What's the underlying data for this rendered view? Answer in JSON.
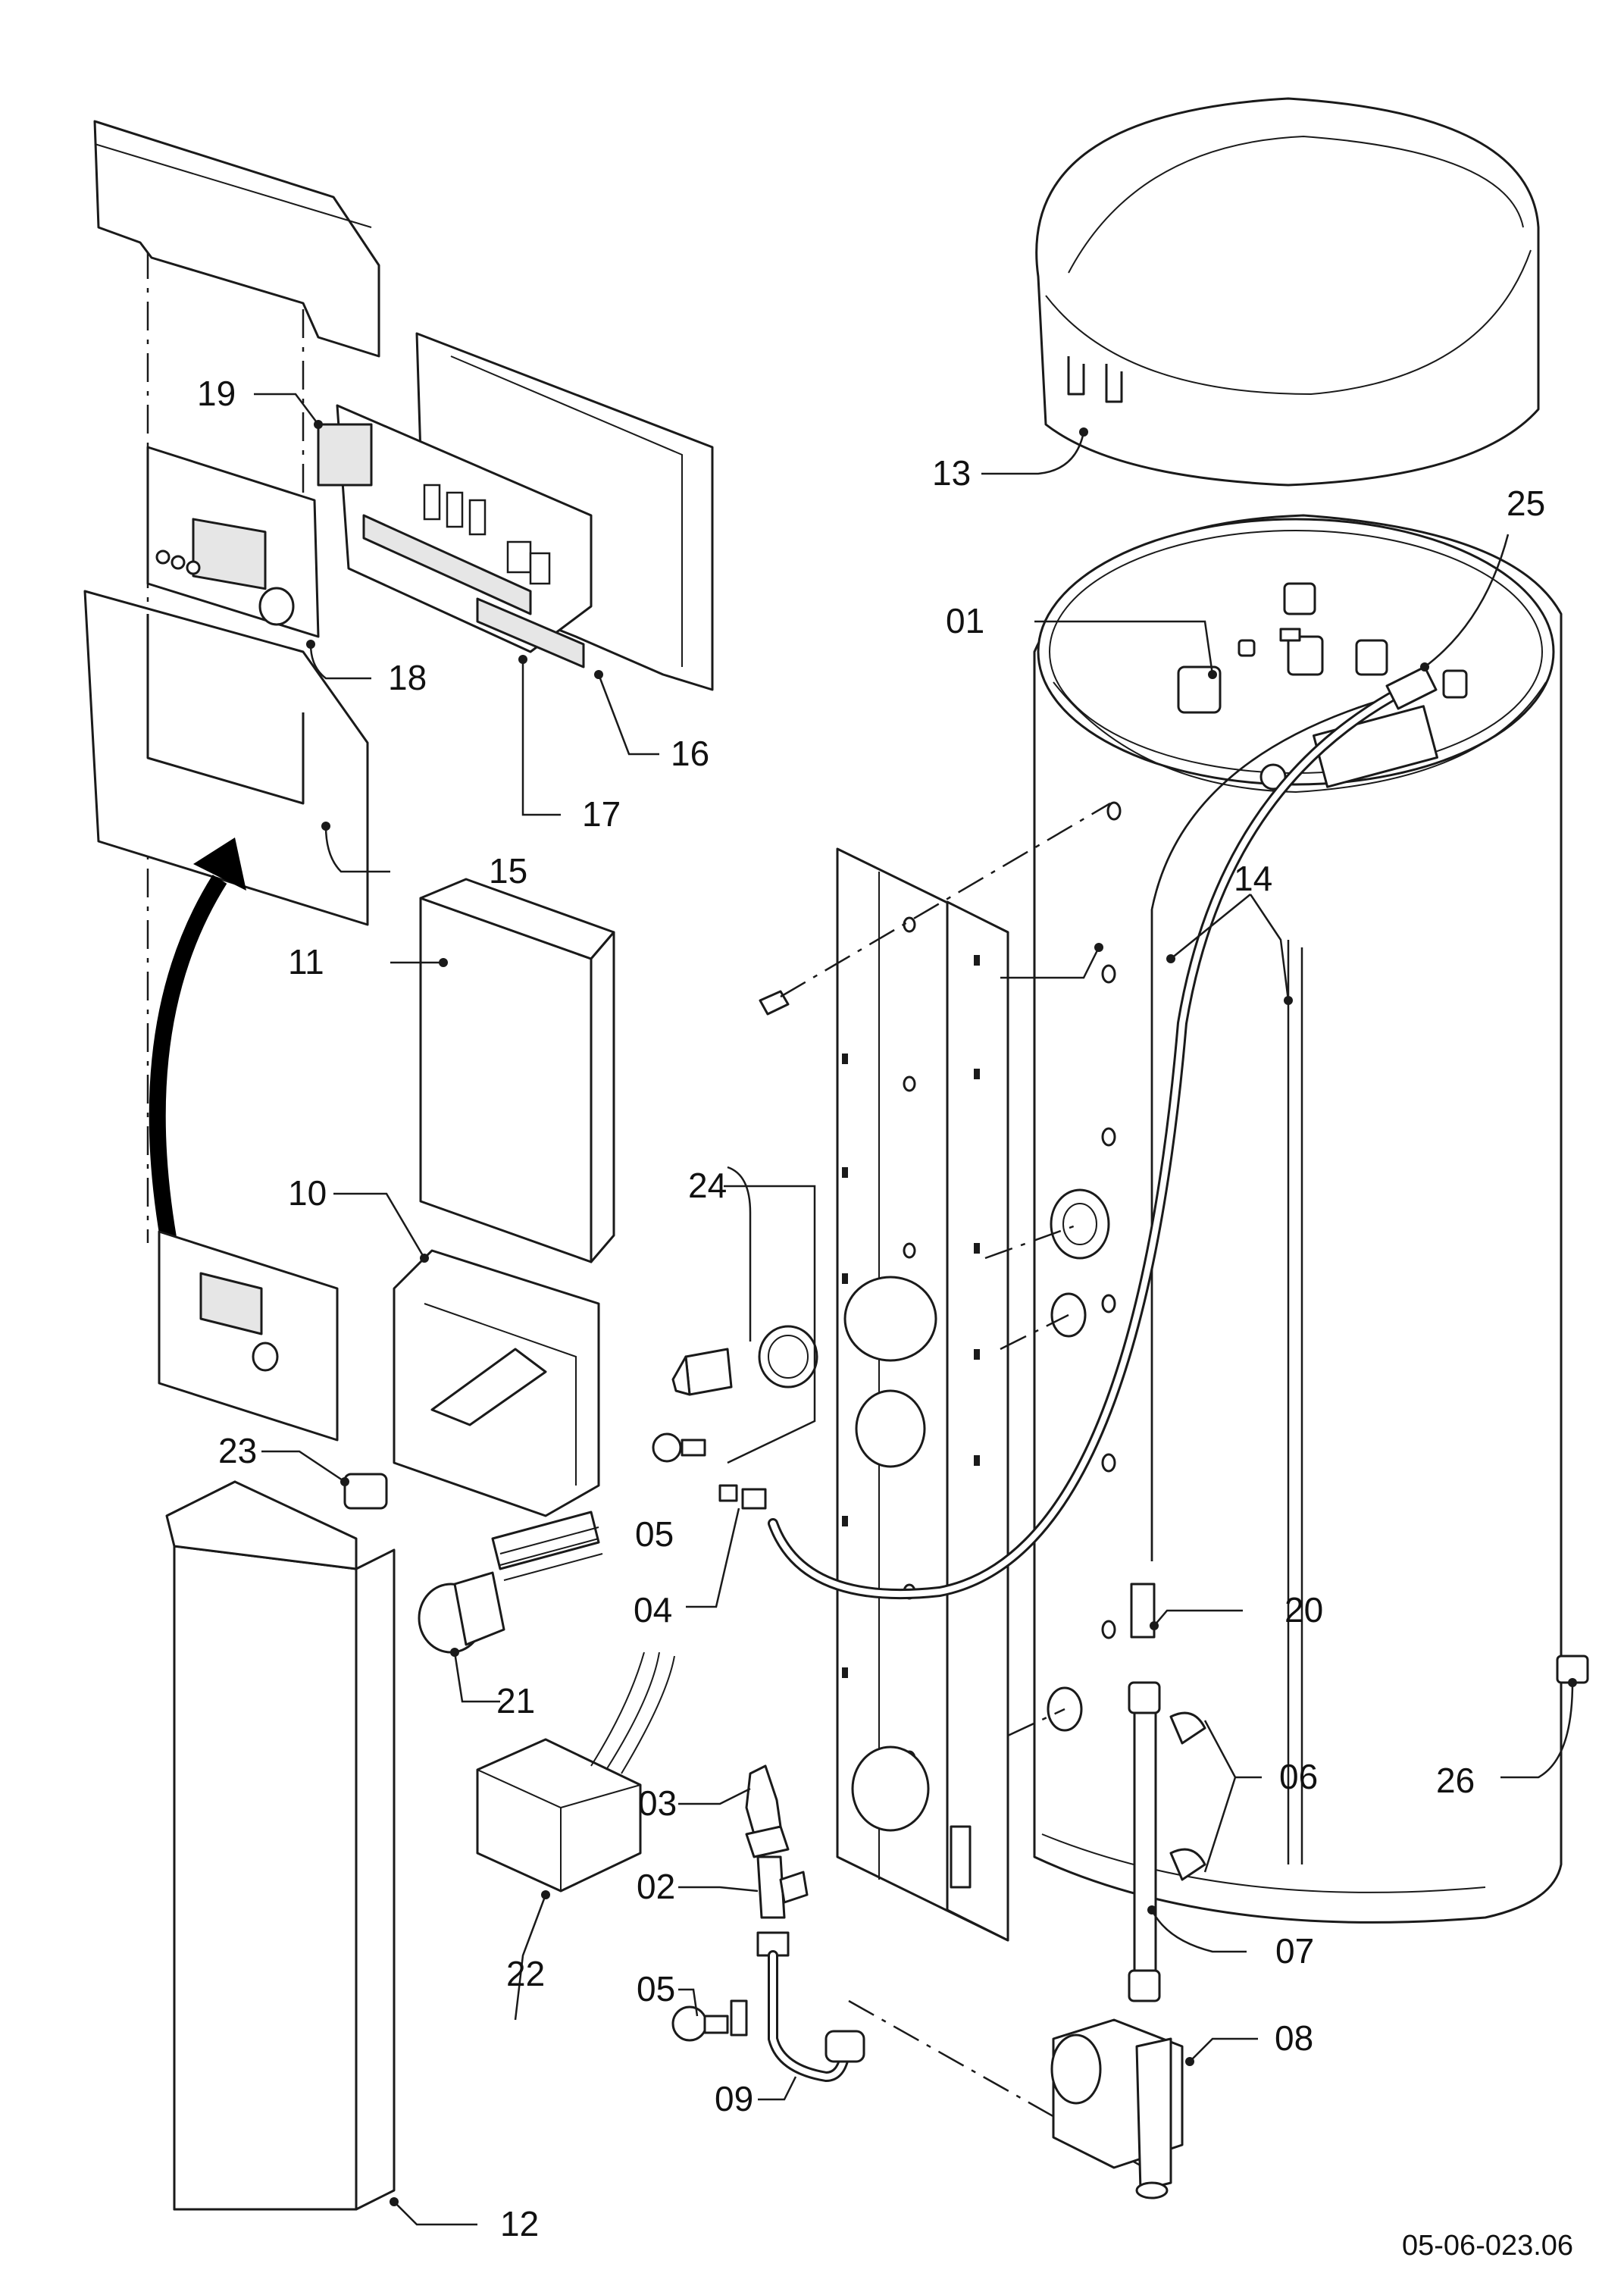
{
  "drawing_ref": "05-06-023.06",
  "labels": {
    "l01": "01",
    "l02": "02",
    "l03": "03",
    "l04": "04",
    "l05a": "05",
    "l05b": "05",
    "l06": "06",
    "l07": "07",
    "l08": "08",
    "l09": "09",
    "l10": "10",
    "l11": "11",
    "l12": "12",
    "l13": "13",
    "l14": "14",
    "l15": "15",
    "l16": "16",
    "l17": "17",
    "l18": "18",
    "l19": "19",
    "l20": "20",
    "l21": "21",
    "l22": "22",
    "l23": "23",
    "l24": "24",
    "l25": "25",
    "l26": "26"
  }
}
